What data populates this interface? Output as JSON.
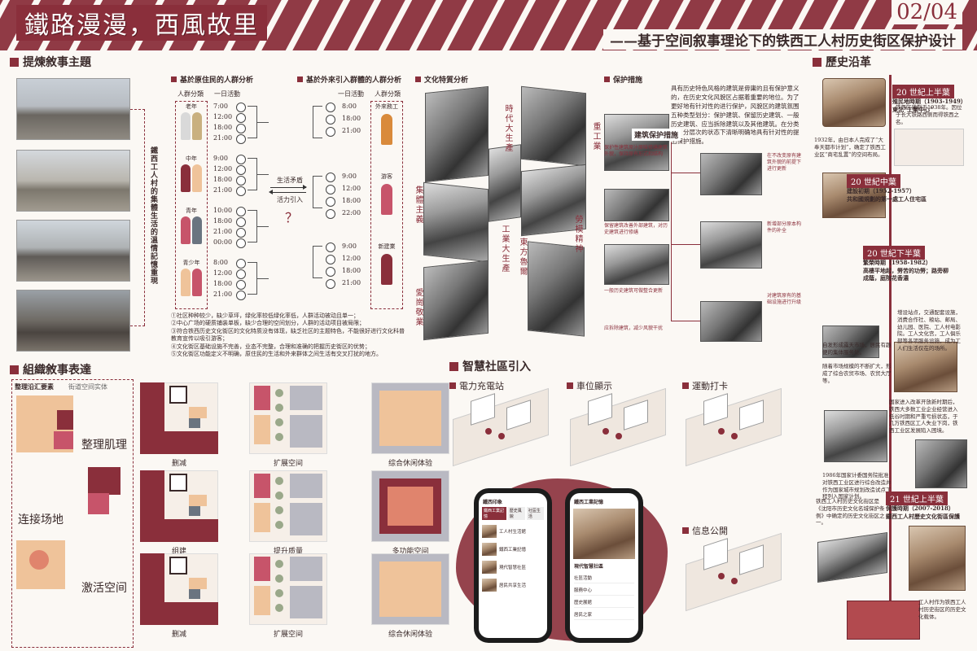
{
  "header": {
    "main_title": "鐵路漫漫，西風故里",
    "page_no": "02/04",
    "subtitle": "——基于空间叙事理论下的铁西工人村历史街区保护设计"
  },
  "sections": {
    "theme": "提煉敘事主題",
    "history": "歷史沿革",
    "organize": "組織敘事表達",
    "smart": "智慧社區引入"
  },
  "theme_block": {
    "vertical_caption": "鐵西工人村的集體生活的溫情記憶重現",
    "sub_original": "基於原住民的人群分析",
    "sub_incoming": "基於外來引入群體的人群分析",
    "sub_culture": "文化特質分析",
    "sub_protect": "保护措施",
    "col_group": "人群分類",
    "col_day": "一日活動",
    "col_day2": "一日活動",
    "col_group2": "人群分類",
    "groups_left": [
      "老年",
      "中年",
      "青年",
      "青少年"
    ],
    "groups_right": [
      "外來務工",
      "游客",
      "新建業"
    ],
    "times_left": [
      [
        "7:00",
        "12:00",
        "18:00",
        "21:00"
      ],
      [
        "9:00",
        "12:00",
        "18:00",
        "21:00"
      ],
      [
        "10:00",
        "18:00",
        "21:00",
        "00:00"
      ],
      [
        "8:00",
        "12:00",
        "18:00",
        "21:00"
      ]
    ],
    "times_right": [
      [
        "8:00",
        "18:00",
        "21:00"
      ],
      [
        "9:00",
        "12:00",
        "18:00",
        "22:00"
      ],
      [
        "9:00",
        "12:00",
        "18:00",
        "21:00"
      ]
    ],
    "arrow_top": "生活矛盾",
    "arrow_bottom": "活力引入",
    "question": "？",
    "notes": [
      "①社区种种较少，缺少草坪，绿化率较低绿化率低，人群活动被动且单一；",
      "②中心广场的硬质铺装单板，缺少合理的空间划分，人群的活动项目被局限；",
      "③符合铁西历史文化街区的文化特质没有体现，缺乏社区的主题特色，不能很好进行文化科普教育宣传以吸引游客；",
      "④文化街区基础设施不完善，业态不完整，合理和准确的把握历史街区的优势；",
      "⑤文化街区功能定义不明确，原住民的生活和外来群体之间生活有交叉打扰的地方。"
    ],
    "culture_words": [
      "時代大生產",
      "重工業",
      "集體主義",
      "工業大生產",
      "東方魯爾",
      "勞模精神",
      "愛崗敬業"
    ],
    "protect_text": "具有历史特色风格的建筑是毋庸的且有保护意义的，在历史文化风貌区占据着重要的地位。为了更好地有针对性的进行保护，风貌区的建筑氛围五种类型划分：保护建筑、保留历史建筑、一般历史建筑、应当拆除建筑以及其他建筑。在分类时，分层次的状态下清晰明确地具有针对性的提出保护措施。",
    "protect_label": "建筑保护措施",
    "protect_notes": [
      "保护性建筑原汁原味修缮建筑外貌，保持原有形式和结构",
      "保留建筑改善外部建筑，对历史建筑进行修缮",
      "一般历史建筑可做整合更新",
      "应拆除建筑，减少风貌干扰"
    ],
    "protect_side": [
      "在不改变原有建筑外貌的前提下进行更新",
      "新增部分原本构件的补全",
      "对建筑原有的基础设施进行升级"
    ]
  },
  "organize_block": {
    "legend": "整理沿汇要素",
    "legend2": "街道空间实体",
    "labels_left": [
      "整理肌理",
      "连接场地",
      "激活空间"
    ],
    "row1": [
      "删减",
      "扩展空间",
      "综合休闲体验"
    ],
    "row2": [
      "组建",
      "提升质量",
      "多功能空间"
    ],
    "row3": [
      "删减",
      "扩展空间",
      "综合休闲体验"
    ]
  },
  "smart_block": {
    "items": [
      "電力充電站",
      "車位顯示",
      "運動打卡",
      "信息公開"
    ],
    "phone1": {
      "title": "鐵西印象",
      "tabs": [
        "鐵西工業記憶",
        "歷史風貌",
        "社區生活"
      ],
      "rows": [
        "工人村生活館",
        "鐵西工業記憶",
        "現代智慧社區",
        "居民共享生活"
      ]
    },
    "phone2": {
      "title": "鐵西工業記憶",
      "sub": "現代智慧社區",
      "rows": [
        "社區活動",
        "服務中心",
        "歷史展館",
        "居民之家"
      ]
    }
  },
  "history_block": {
    "eras": [
      {
        "era": "20 世紀上半葉",
        "title": "殖民地時期（1903-1949）",
        "sub": "東北“工業中心”",
        "text": "铁西区建制于1938年。因位于长大铁路西侧而得铁西之名。"
      },
      {
        "era": "",
        "title": "",
        "sub": "",
        "text": "1932年，由日本人完成了“大奉天都市计划”，确定了铁西工业区“商宅乱置”的空间布局。"
      },
      {
        "era": "20 世紀中葉",
        "title": "建設初期（1952-1957）",
        "sub": "共和國規劃的第一處工人住宅區",
        "text": ""
      },
      {
        "era": "20 世紀下半葉",
        "title": "繁榮時期（1958-1982）",
        "sub": "高樓平地起，勞苦的功勞；路旁柳成蔭，庭院花香濃",
        "text": "增设站点，交通配套设施，消费合作社、粮站、邮局、幼儿园、医院、工人村电影院。工人文化宫，工人俱乐部等各项服务设施，成为工人们生活仅在的场所。"
      },
      {
        "era": "",
        "title": "",
        "sub": "",
        "text": "自发形成露天市场，居民有趣便的集体服务处。"
      },
      {
        "era": "",
        "title": "",
        "sub": "",
        "text": "随着市场规模的不断扩大，形成了综合农贸市场、农贸大厅等。"
      },
      {
        "era": "",
        "title": "",
        "sub": "",
        "text": "国家进入改革开放新时期后，铁西大多数工业企业经营进入低谷时期和严重亏损状态，于几万铁西区工人失业下岗，铁西工业区发展陷入困境。"
      },
      {
        "era": "",
        "title": "",
        "sub": "",
        "text": "1986年国家计委国务院批准对铁西工业区进行综合改造并作为国家城市规划改造试点工程列入国家计划。"
      },
      {
        "era": "21 世紀上半葉",
        "title": "保護時期（2007-2018）",
        "sub": "鐵西工人村歷史文化街區保護",
        "text": "铁西工人村历史文化街区是《沈阳市历史文化名城保护条例》中确定的历史文化街区之一。"
      },
      {
        "era": "",
        "title": "",
        "sub": "",
        "text": "工人村作为铁西工人村历史街区的历史文化载体。"
      }
    ]
  },
  "colors": {
    "accent": "#8a2f3b",
    "peach": "#efc39a",
    "slate": "#6a7480",
    "gray": "#b9b9c2"
  }
}
